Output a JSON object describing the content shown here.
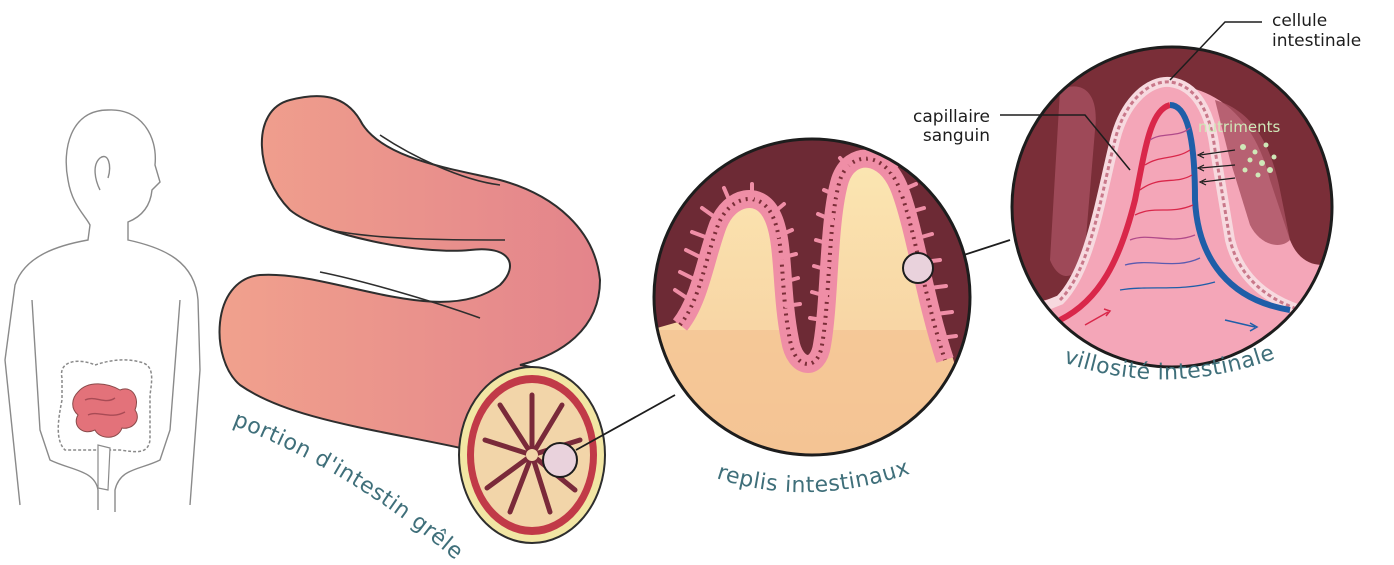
{
  "labels": {
    "portion": "portion d'intestin grêle",
    "replis": "replis intestinaux",
    "villosite": "villosité intestinale",
    "capillaire_line1": "capillaire",
    "capillaire_line2": "sanguin",
    "cellule_line1": "cellule",
    "cellule_line2": "intestinale",
    "nutriments": "nutriments"
  },
  "colors": {
    "intestine": "#e98d84",
    "outline": "#3a3a3a",
    "label_teal": "#3f6f7a",
    "artery": "#d9274a",
    "vein": "#1f5ea8",
    "mucosa_dark": "#7a2e38",
    "mucosa_pink": "#f19cb0",
    "core_yellow": "#f7d79a",
    "nutrients": "#cfe8b8"
  },
  "icons": [
    "human-figure",
    "intestine-segment",
    "zoom-circle",
    "villus"
  ]
}
